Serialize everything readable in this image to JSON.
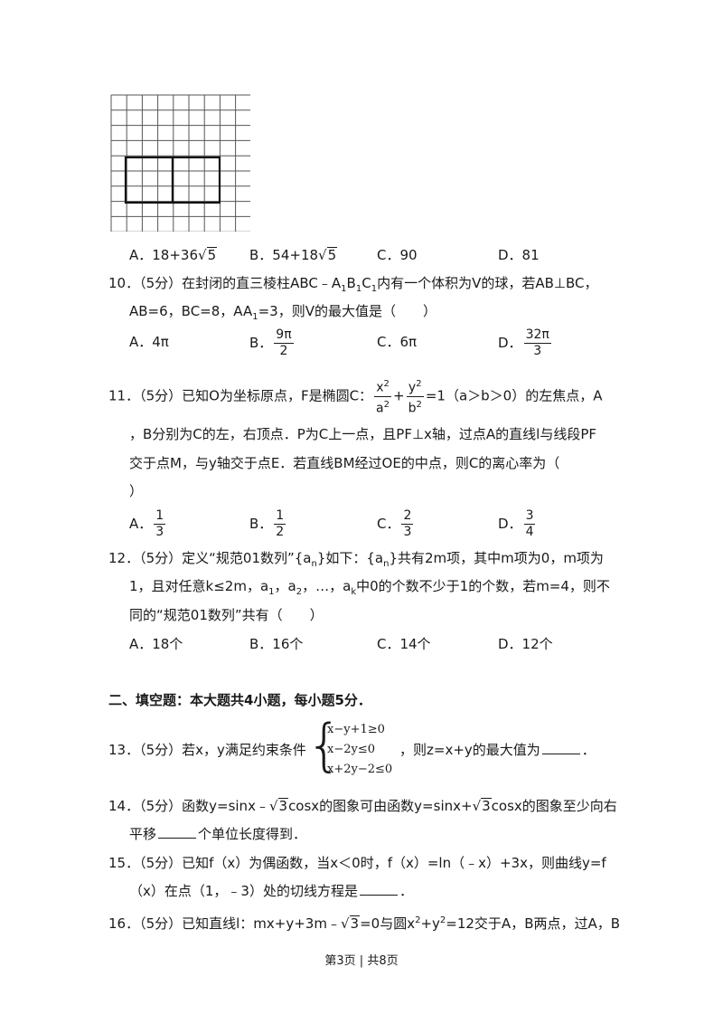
{
  "q9": {
    "options": [
      "A．18+36",
      "5",
      "B．54+18",
      "5",
      "C．90",
      "D．81"
    ]
  },
  "q10": {
    "line1_a": "10．（5分）在封闭的直三棱柱ABC﹣A",
    "line1_b": "B",
    "line1_c": "C",
    "line1_d": "内有一个体积为V的球，若AB⊥BC，",
    "line2_a": "AB=6，BC=8，AA",
    "line2_b": "=3，则V的最大值是（　　）",
    "opt_a": "A．4π",
    "opt_b": "B．",
    "opt_b_num": "9π",
    "opt_b_den": "2",
    "opt_c": "C．6π",
    "opt_d": "D．",
    "opt_d_num": "32π",
    "opt_d_den": "3"
  },
  "q11": {
    "line1_a": "11．（5分）已知O为坐标原点，F是椭圆C：",
    "x2": "x",
    "a2": "a",
    "y2": "y",
    "b2": "b",
    "exp": "2",
    "line1_b": "=1（a＞b＞0）的左焦点，A",
    "line2": "，B分别为C的左，右顶点．P为C上一点，且PF⊥x轴，过点A的直线l与线段PF",
    "line3": "交于点M，与y轴交于点E．若直线BM经过OE的中点，则C的离心率为（",
    "line4": "）",
    "opts": [
      {
        "label": "A．",
        "num": "1",
        "den": "3"
      },
      {
        "label": "B．",
        "num": "1",
        "den": "2"
      },
      {
        "label": "C．",
        "num": "2",
        "den": "3"
      },
      {
        "label": "D．",
        "num": "3",
        "den": "4"
      }
    ]
  },
  "q12": {
    "line1_a": "12．（5分）定义“规范01数列”{a",
    "line1_b": "}如下：{a",
    "line1_c": "}共有2m项，其中m项为0，m项为",
    "sub_n": "n",
    "line2_a": "1，且对任意k≤2m，a",
    "line2_b": "，a",
    "line2_c": "，…，a",
    "line2_d": "中0的个数不少于1的个数，若m=4，则不",
    "sub_1": "1",
    "sub_2": "2",
    "sub_k": "k",
    "line3": "同的“规范01数列”共有（　　）",
    "options": [
      "A．18个",
      "B．16个",
      "C．14个",
      "D．12个"
    ]
  },
  "section2": "二、填空题：本大题共4小题，每小题5分．",
  "q13": {
    "text_a": "13．（5分）若x，y满足约束条件",
    "constraints": [
      "x−y+1≥0",
      "x−2y≤0",
      "x+2y−2≤0"
    ],
    "text_b": "，则z=x+y的最大值为",
    "text_c": "．"
  },
  "q14": {
    "line1_a": "14．（5分）函数y=sinx﹣",
    "rad": "3",
    "line1_b": "cosx的图象可由函数y=sinx+",
    "line1_c": "cosx的图象至少向右",
    "line2_a": "平移",
    "line2_b": "个单位长度得到．"
  },
  "q15": {
    "line1": "15．（5分）已知f（x）为偶函数，当x＜0时，f（x）=ln（﹣x）+3x，则曲线y=f",
    "line2_a": "（x）在点（1，﹣3）处的切线方程是",
    "line2_b": "．"
  },
  "q16": {
    "line1_a": "16．（5分）已知直线l：mx+y+3m﹣",
    "rad": "3",
    "line1_b": "=0与圆x",
    "sq": "2",
    "line1_c": "+y",
    "line1_d": "=12交于A，B两点，过A，B"
  },
  "footer": "第3页 | 共8页"
}
